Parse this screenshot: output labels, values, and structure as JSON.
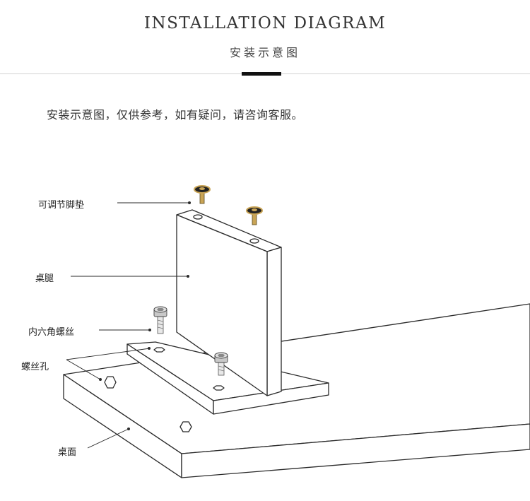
{
  "header": {
    "title_en": "INSTALLATION DIAGRAM",
    "title_cn": "安装示意图"
  },
  "note": "安装示意图，仅供参考，如有疑问，请咨询客服。",
  "labels": {
    "foot_pad": "可调节脚垫",
    "table_leg": "桌腿",
    "hex_screw": "内六角螺丝",
    "screw_hole": "螺丝孔",
    "tabletop": "桌面"
  },
  "colors": {
    "line": "#2a2a2a",
    "screw_gold": "#c9a455",
    "screw_dark": "#222222",
    "bolt_silver": "#b8b8b8",
    "accent_bar": "#111111"
  }
}
